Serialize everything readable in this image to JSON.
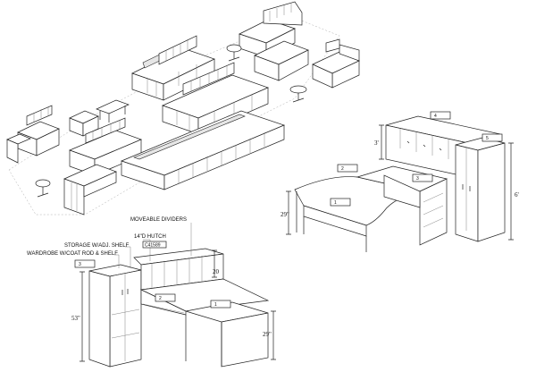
{
  "callouts": {
    "moveable_dividers": "MOVEABLE DIVIDERS",
    "hutch": "14\"D HUTCH",
    "model_code": "C41589",
    "storage": "STORAGE W/ADJ. SHELF",
    "wardrobe": "WARDROBE W/COAT ROD & SHELF"
  },
  "dimensions": {
    "exec_hutch_height": "3'",
    "exec_desk_height": "29\"",
    "exec_tower_height": "6'",
    "recep_hutch_height": "20",
    "recep_storage_height": "53\"",
    "recep_desk_height": "29\""
  },
  "part_tags": {
    "exec_1": "1",
    "exec_2": "2",
    "exec_3": "3",
    "exec_4": "4",
    "exec_5": "5",
    "recep_3": "3",
    "recep_2": "2",
    "recep_1": "1"
  }
}
